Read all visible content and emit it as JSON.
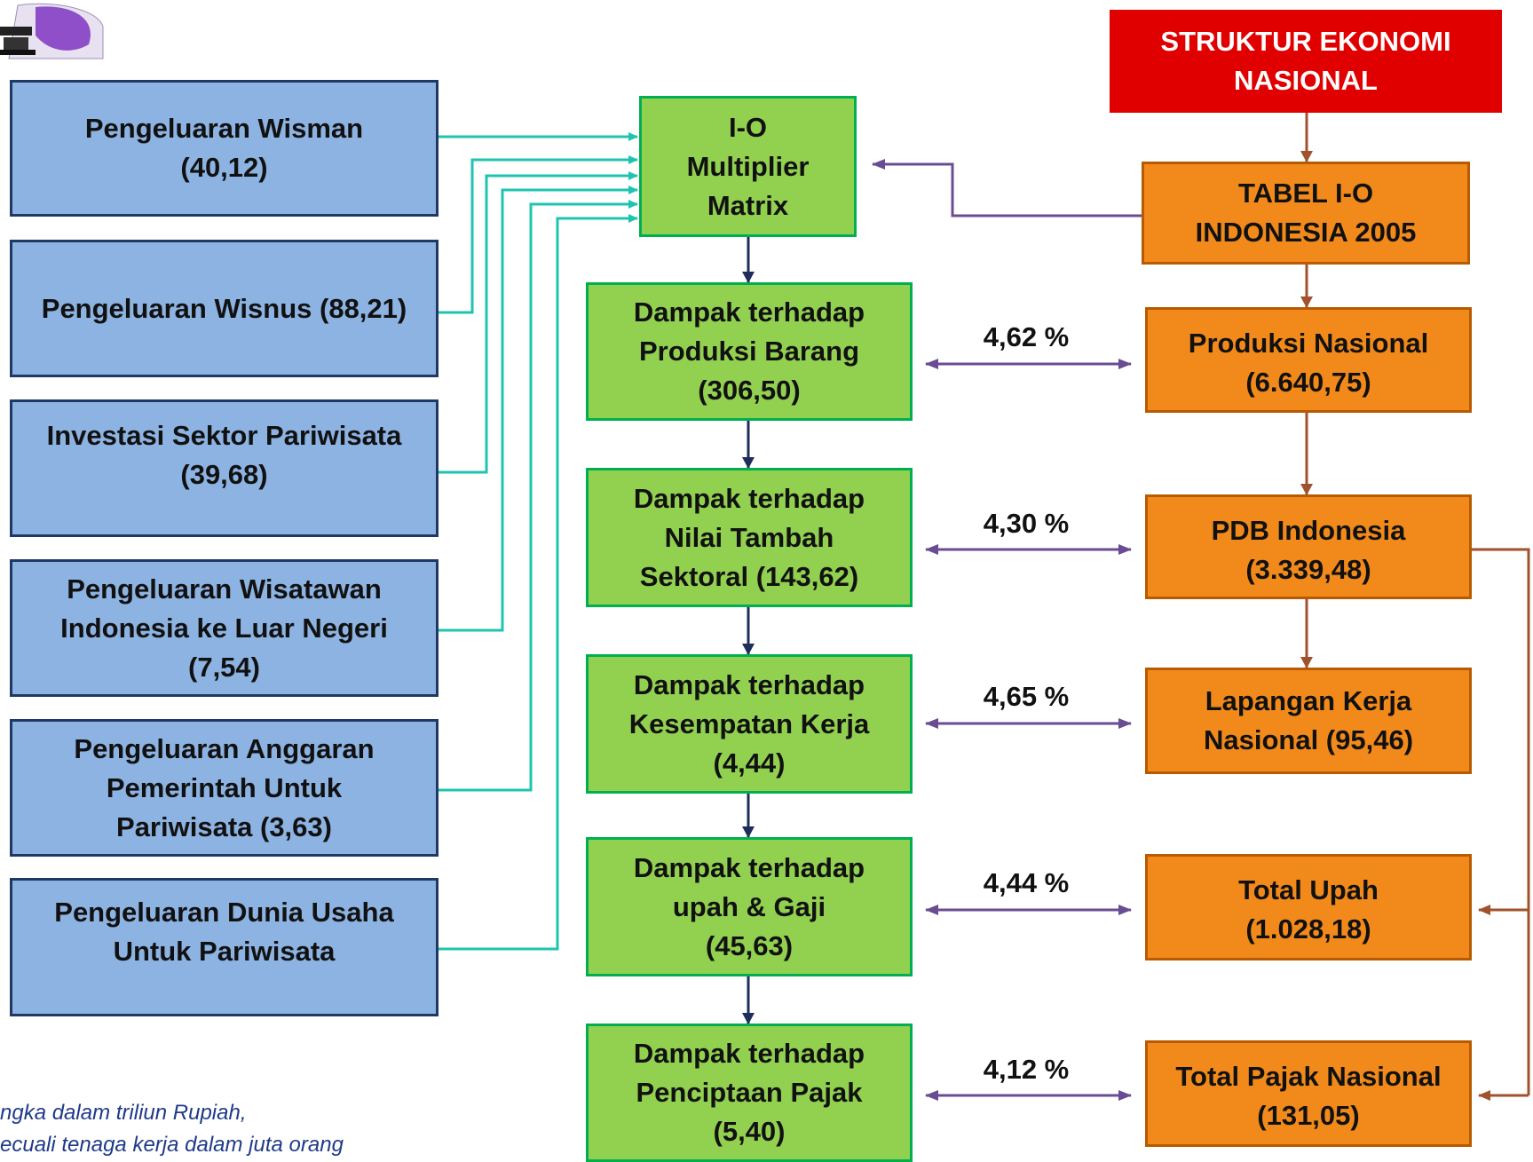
{
  "header": {
    "title_line1": "STRUKTUR EKONOMI",
    "title_line2": "NASIONAL"
  },
  "inputs": [
    {
      "lines": [
        "Pengeluaran Wisman",
        "(40,12)"
      ]
    },
    {
      "lines": [
        "Pengeluaran Wisnus (88,21)"
      ]
    },
    {
      "lines": [
        "Investasi Sektor Pariwisata",
        "(39,68)"
      ]
    },
    {
      "lines": [
        "Pengeluaran Wisatawan",
        "Indonesia ke Luar Negeri",
        "(7,54)"
      ]
    },
    {
      "lines": [
        "Pengeluaran Anggaran",
        "Pemerintah Untuk",
        "Pariwisata (3,63)"
      ]
    },
    {
      "lines": [
        "Pengeluaran Dunia Usaha",
        "Untuk Pariwisata"
      ]
    }
  ],
  "matrix": {
    "lines": [
      "I-O",
      "Multiplier",
      "Matrix"
    ]
  },
  "impacts": [
    {
      "lines": [
        "Dampak terhadap",
        "Produksi Barang",
        "(306,50)"
      ]
    },
    {
      "lines": [
        "Dampak terhadap",
        "Nilai Tambah",
        "Sektoral (143,62)"
      ]
    },
    {
      "lines": [
        "Dampak terhadap",
        "Kesempatan Kerja",
        "(4,44)"
      ]
    },
    {
      "lines": [
        "Dampak terhadap",
        "upah & Gaji",
        "(45,63)"
      ]
    },
    {
      "lines": [
        "Dampak terhadap",
        "Penciptaan Pajak",
        "(5,40)"
      ]
    }
  ],
  "io_table": {
    "lines": [
      "TABEL I-O",
      "INDONESIA 2005"
    ]
  },
  "national": [
    {
      "lines": [
        "Produksi Nasional",
        "(6.640,75)"
      ]
    },
    {
      "lines": [
        "PDB Indonesia",
        "(3.339,48)"
      ]
    },
    {
      "lines": [
        "Lapangan Kerja",
        "Nasional (95,46)"
      ]
    },
    {
      "lines": [
        "Total Upah",
        "(1.028,18)"
      ]
    },
    {
      "lines": [
        "Total Pajak Nasional",
        "(131,05)"
      ]
    }
  ],
  "percentages": [
    "4,62 %",
    "4,30 %",
    "4,65 %",
    "4,44 %",
    "4,12 %"
  ],
  "note": {
    "line1": "ngka dalam triliun  Rupiah,",
    "line2": "ecuali tenaga kerja dalam juta orang"
  },
  "colors": {
    "input_fill": "#8db3e2",
    "impact_fill": "#92d050",
    "national_fill": "#f28a1b",
    "header_fill": "#e00000",
    "teal_line": "#1fc4b0",
    "purple_line": "#6a4c93",
    "navy_arrow": "#1f2d5c",
    "brown_arrow": "#a0522d"
  }
}
